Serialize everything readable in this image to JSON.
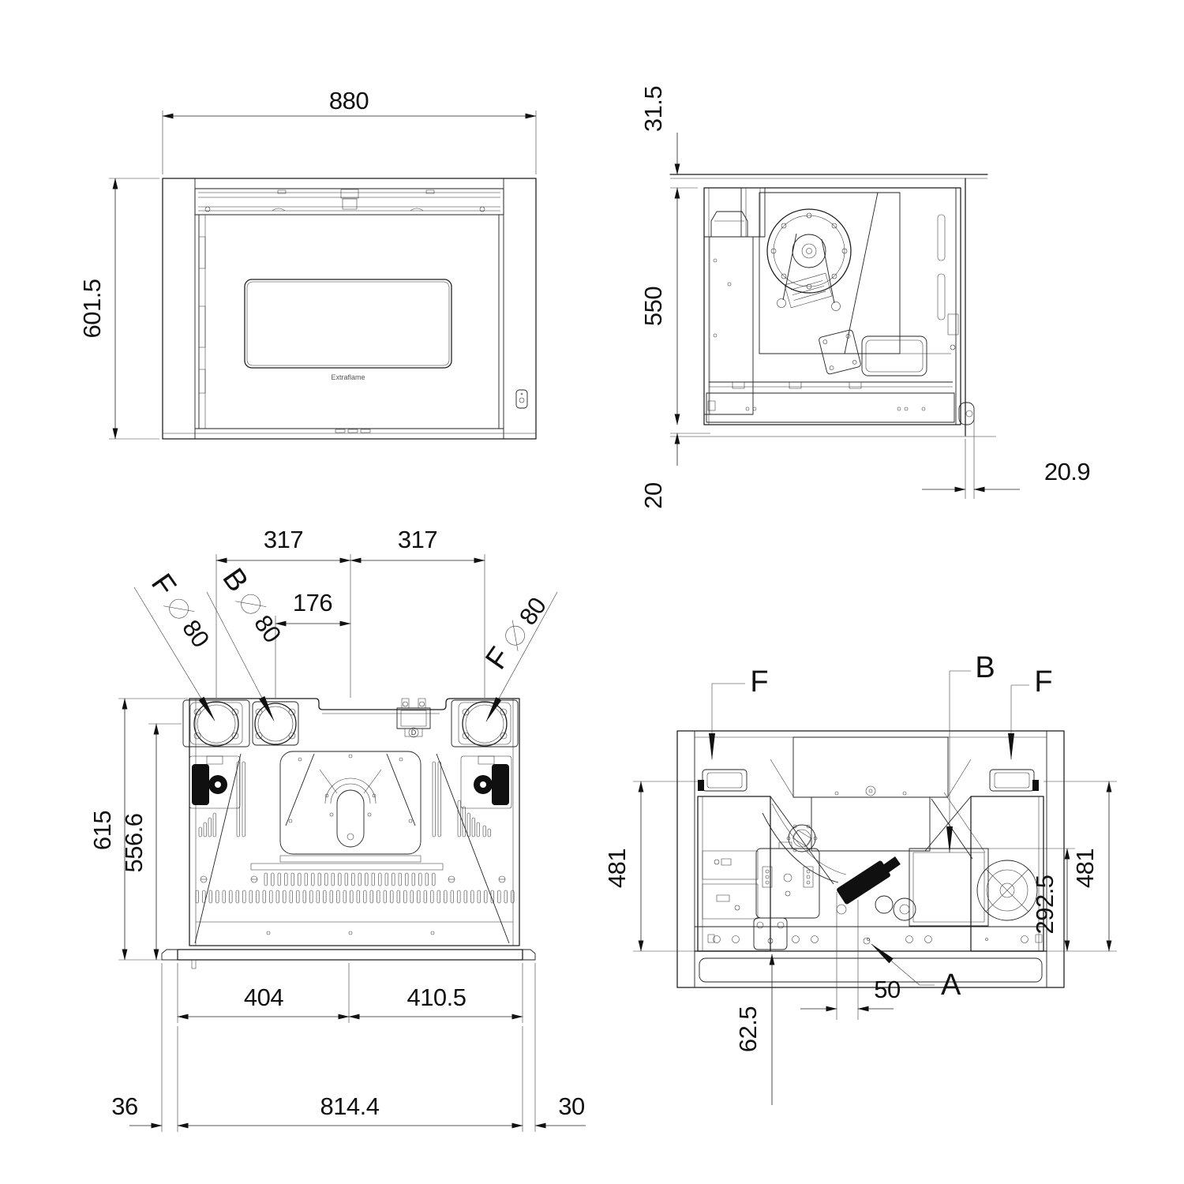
{
  "drawing": {
    "front": {
      "dim_width": "880",
      "dim_height": "601.5",
      "logo": "Extraflame"
    },
    "side": {
      "dim_top": "31.5",
      "dim_height": "550",
      "dim_bottom": "20",
      "dim_overhang": "20.9"
    },
    "rear": {
      "dim_span_left": "317",
      "dim_span_right": "317",
      "dim_b_offset": "176",
      "port_f_left": {
        "letter": "F",
        "diameter": "80"
      },
      "port_b": {
        "letter": "B",
        "diameter": "80"
      },
      "port_f_right": {
        "letter": "F",
        "diameter": "80"
      },
      "junction_label": "D",
      "dim_total_height": "615",
      "dim_axis_height": "556.6",
      "dim_base_left": "404",
      "dim_base_right": "410.5",
      "dim_foot_left": "36",
      "dim_base_width": "814.4",
      "dim_foot_right": "30"
    },
    "plan": {
      "label_f_left": "F",
      "label_b": "B",
      "label_f_right": "F",
      "label_a": "A",
      "dim_depth_left": "481",
      "dim_depth_right": "481",
      "dim_inner_depth": "292.5",
      "dim_a_offset": "50",
      "dim_bracket_offset": "62.5"
    }
  }
}
